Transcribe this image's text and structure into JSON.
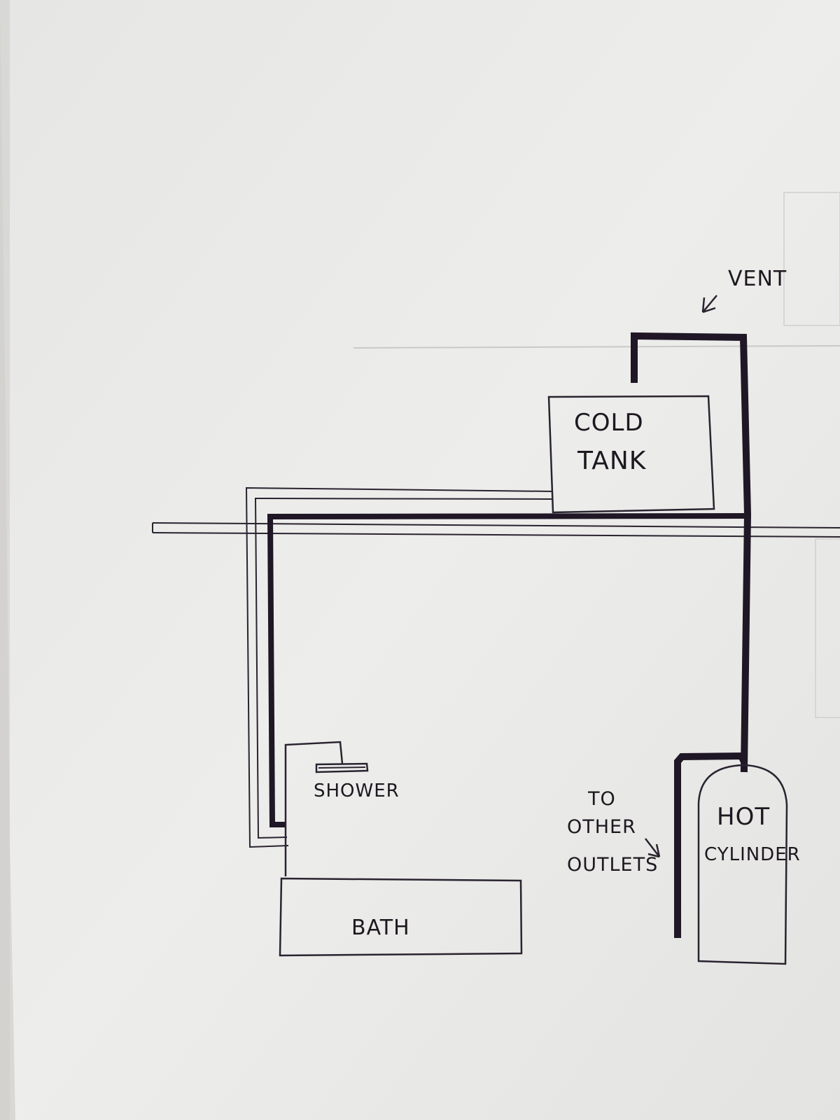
{
  "labels": {
    "vent": "VENT",
    "cold_tank_line1": "COLD",
    "cold_tank_line2": "TANK",
    "shower": "SHOWER",
    "bath": "BATH",
    "to_other_outlets_line1": "TO",
    "to_other_outlets_line2": "OTHER",
    "to_other_outlets_line3": "OUTLETS",
    "hot_cylinder_line1": "HOT",
    "hot_cylinder_line2": "CYLINDER"
  },
  "colors": {
    "paper": "#ebebe9",
    "ink": "#2a2330",
    "ink_heavy": "#1f1725"
  }
}
